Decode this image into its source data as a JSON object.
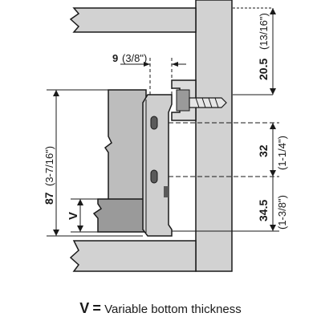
{
  "dimensions": {
    "offset_top": {
      "metric": "20.5",
      "imperial": "(13/16\")"
    },
    "setback": {
      "metric": "9",
      "imperial": "(3/8\")"
    },
    "overall_height": {
      "metric": "87",
      "imperial": "(3-7/16\")"
    },
    "hole_spacing": {
      "metric": "32",
      "imperial": "(1-1/4\")"
    },
    "bottom_offset": {
      "metric": "34.5",
      "imperial": "(1-3/8\")"
    },
    "variable": "V"
  },
  "legend": {
    "symbol": "V",
    "equals": "=",
    "text": "Variable bottom thickness"
  },
  "colors": {
    "panel_gray": "#d2d2d2",
    "part_gray": "#bdbdbd",
    "dark_gray": "#9a9a9a",
    "outline": "#1a1a1a"
  }
}
